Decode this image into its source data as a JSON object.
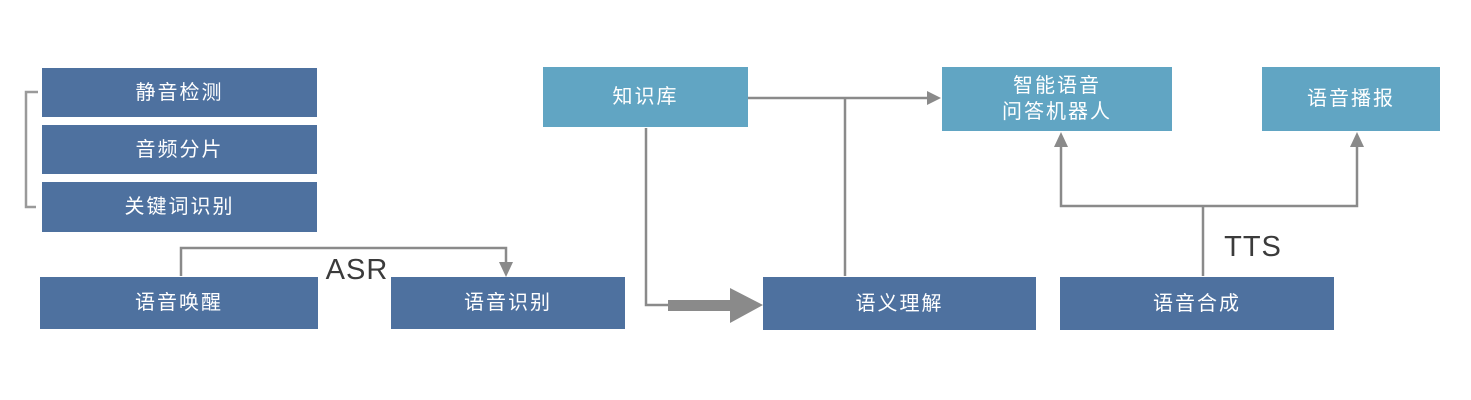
{
  "diagram": {
    "nodes": {
      "silence_detection": {
        "label": "静音检测"
      },
      "audio_slicing": {
        "label": "音频分片"
      },
      "keyword_spotting": {
        "label": "关键词识别"
      },
      "voice_wakeup": {
        "label": "语音唤醒"
      },
      "speech_recognition": {
        "label": "语音识别"
      },
      "knowledge_base": {
        "label": "知识库"
      },
      "semantic_understanding": {
        "label": "语义理解"
      },
      "qa_robot": {
        "label": "智能语音\n问答机器人"
      },
      "voice_broadcast": {
        "label": "语音播报"
      },
      "speech_synthesis": {
        "label": "语音合成"
      }
    },
    "edge_labels": {
      "asr": "ASR",
      "tts": "TTS"
    },
    "colors": {
      "dark_box": "#4e719f",
      "light_box": "#61a5c3",
      "box_text": "#ffffff",
      "connector": "#8a8a8a",
      "bracket": "#9a9a9a",
      "edge_label_text": "#3b3b3b",
      "background": "#ffffff"
    }
  }
}
